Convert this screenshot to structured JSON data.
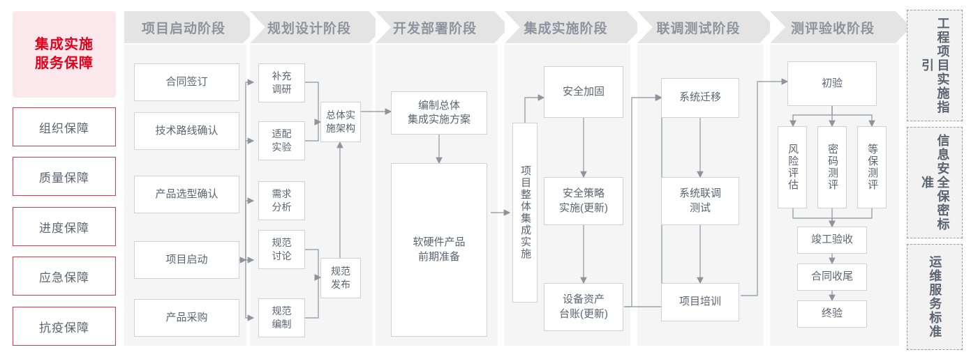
{
  "colors": {
    "accent_red": "#e3001b",
    "guarantee_border": "#e2384f",
    "guarantee_bg": "#fbe8ec",
    "phase_header_bg": "#e4e4e4",
    "phase_body_bg": "#f5f5f5",
    "node_border": "#d2d2d2",
    "text": "#5a6472",
    "header_text": "#8d949e"
  },
  "sidebar": {
    "title": "集成实施\n服务保障",
    "title_lines": [
      "集成实施",
      "服务保障"
    ],
    "items": [
      {
        "label": "组织保障"
      },
      {
        "label": "质量保障"
      },
      {
        "label": "进度保障"
      },
      {
        "label": "应急保障"
      },
      {
        "label": "抗疫保障"
      }
    ]
  },
  "phases": [
    {
      "id": "p1",
      "label": "项目启动阶段"
    },
    {
      "id": "p2",
      "label": "规划设计阶段"
    },
    {
      "id": "p3",
      "label": "开发部署阶段"
    },
    {
      "id": "p4",
      "label": "集成实施阶段"
    },
    {
      "id": "p5",
      "label": "联调测试阶段"
    },
    {
      "id": "p6",
      "label": "测评验收阶段"
    }
  ],
  "nodes": {
    "p1": [
      {
        "id": "n-contract",
        "label": "合同签订"
      },
      {
        "id": "n-techroute",
        "label": "技术路线确认"
      },
      {
        "id": "n-product-select",
        "label": "产品选型确认"
      },
      {
        "id": "n-kickoff",
        "label": "项目启动"
      },
      {
        "id": "n-procurement",
        "label": "产品采购"
      }
    ],
    "p2_left": [
      {
        "id": "n-extra-survey",
        "label": "补充\n调研",
        "lines": [
          "补充",
          "调研"
        ]
      },
      {
        "id": "n-adapt-test",
        "label": "适配\n实验",
        "lines": [
          "适配",
          "实验"
        ]
      },
      {
        "id": "n-requirement",
        "label": "需求\n分析",
        "lines": [
          "需求",
          "分析"
        ]
      },
      {
        "id": "n-spec-discuss",
        "label": "规范\n讨论",
        "lines": [
          "规范",
          "讨论"
        ]
      },
      {
        "id": "n-spec-draft",
        "label": "规范\n编制",
        "lines": [
          "规范",
          "编制"
        ]
      }
    ],
    "p2_right": [
      {
        "id": "n-overall-arch",
        "label": "总体实\n施架构",
        "lines": [
          "总体实",
          "施架构"
        ]
      },
      {
        "id": "n-spec-release",
        "label": "规范\n发布",
        "lines": [
          "规范",
          "发布"
        ]
      }
    ],
    "p3": [
      {
        "id": "n-plan-doc",
        "label": "编制总体\n集成实施方案",
        "lines": [
          "编制总体",
          "集成实施方案"
        ]
      },
      {
        "id": "n-hw-sw-prep",
        "label": "软硬件产品\n前期准备",
        "lines": [
          "软硬件产品",
          "前期准备"
        ]
      }
    ],
    "p4": [
      {
        "id": "n-overall-integration",
        "label": "项目整体集成实施",
        "vertical": true
      },
      {
        "id": "n-security-harden",
        "label": "安全加固"
      },
      {
        "id": "n-security-policy",
        "label": "安全策略\n实施(更新)",
        "lines": [
          "安全策略",
          "实施(更新)"
        ]
      },
      {
        "id": "n-asset-ledger",
        "label": "设备资产\n台账(更新)",
        "lines": [
          "设备资产",
          "台账(更新)"
        ]
      }
    ],
    "p5": [
      {
        "id": "n-sys-migrate",
        "label": "系统迁移"
      },
      {
        "id": "n-sys-joint-test",
        "label": "系统联调\n测试",
        "lines": [
          "系统联调",
          "测试"
        ]
      },
      {
        "id": "n-training",
        "label": "项目培训"
      }
    ],
    "p6": [
      {
        "id": "n-prelim-accept",
        "label": "初验"
      },
      {
        "id": "n-risk-assess",
        "label": "风险评估",
        "vertical": true
      },
      {
        "id": "n-crypto-eval",
        "label": "密码测评",
        "vertical": true
      },
      {
        "id": "n-grade-eval",
        "label": "等保测评",
        "vertical": true
      },
      {
        "id": "n-completion-accept",
        "label": "竣工验收"
      },
      {
        "id": "n-contract-close",
        "label": "合同收尾"
      },
      {
        "id": "n-final-accept",
        "label": "终验"
      }
    ]
  },
  "standards": [
    {
      "id": "s-eng",
      "label": "工程项目实施指引"
    },
    {
      "id": "s-sec",
      "label": "信息安全保密标准"
    },
    {
      "id": "s-ops",
      "label": "运维服务标准"
    }
  ]
}
